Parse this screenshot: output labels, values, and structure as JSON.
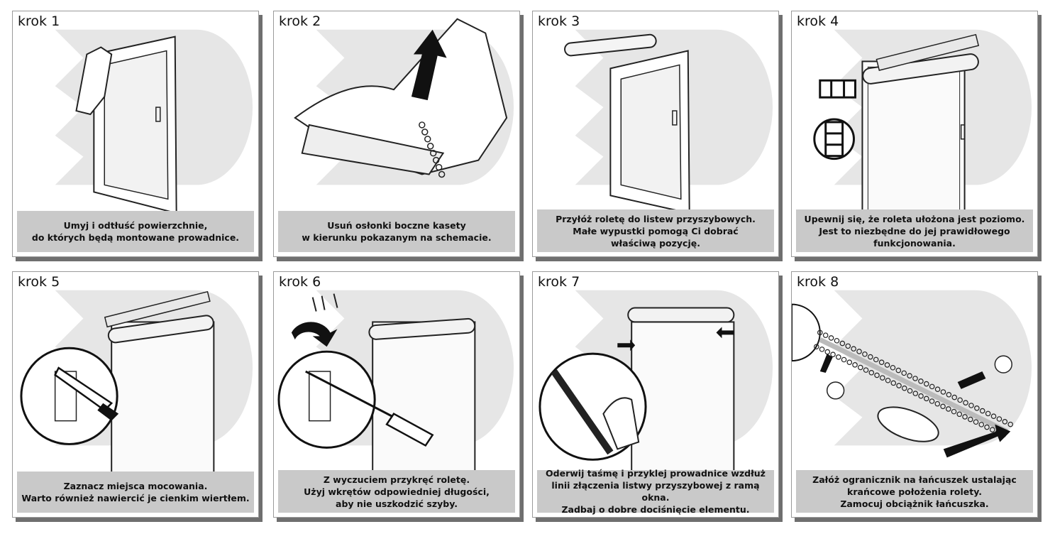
{
  "document": {
    "language": "pl",
    "steps": [
      {
        "label": "krok 1",
        "caption": "Umyj i odtłuść powierzchnie,\ndo których będą montowane prowadnice.",
        "illustration": "hand-cleaning-window-icon"
      },
      {
        "label": "krok 2",
        "caption": "Usuń osłonki boczne kasety\nw kierunku pokazanym na schemacie.",
        "illustration": "remove-side-cover-icon"
      },
      {
        "label": "krok 3",
        "caption": "Przyłóż roletę do listew przyszybowych.\nMałe wypustki pomogą Ci dobrać\nwłaściwą pozycję.",
        "illustration": "place-blind-on-window-icon"
      },
      {
        "label": "krok 4",
        "caption": "Upewnij się, że roleta ułożona jest poziomo.\nJest to niezbędne do jej prawidłowego\nfunkcjonowania.",
        "illustration": "spirit-level-icon"
      },
      {
        "label": "krok 5",
        "caption": "Zaznacz miejsca mocowania.\nWarto również nawiercić je cienkim wiertłem.",
        "illustration": "mark-with-pencil-icon"
      },
      {
        "label": "krok 6",
        "caption": "Z wyczuciem przykręć roletę.\nUżyj wkrętów odpowiedniej długości,\naby nie uszkodzić szyby.",
        "illustration": "screwdriver-icon"
      },
      {
        "label": "krok 7",
        "caption": "Oderwij taśmę i przyklej prowadnice wzdłuż\nlinii złączenia listwy przyszybowej z ramą okna.\nZadbaj o dobre dociśnięcie elementu.",
        "illustration": "peel-tape-icon"
      },
      {
        "label": "krok 8",
        "caption": "Załóż ogranicznik na łańcuszek ustalając\nkrańcowe położenia rolety.\nZamocuj obciążnik łańcuszka.",
        "illustration": "chain-stopper-icon"
      }
    ]
  }
}
